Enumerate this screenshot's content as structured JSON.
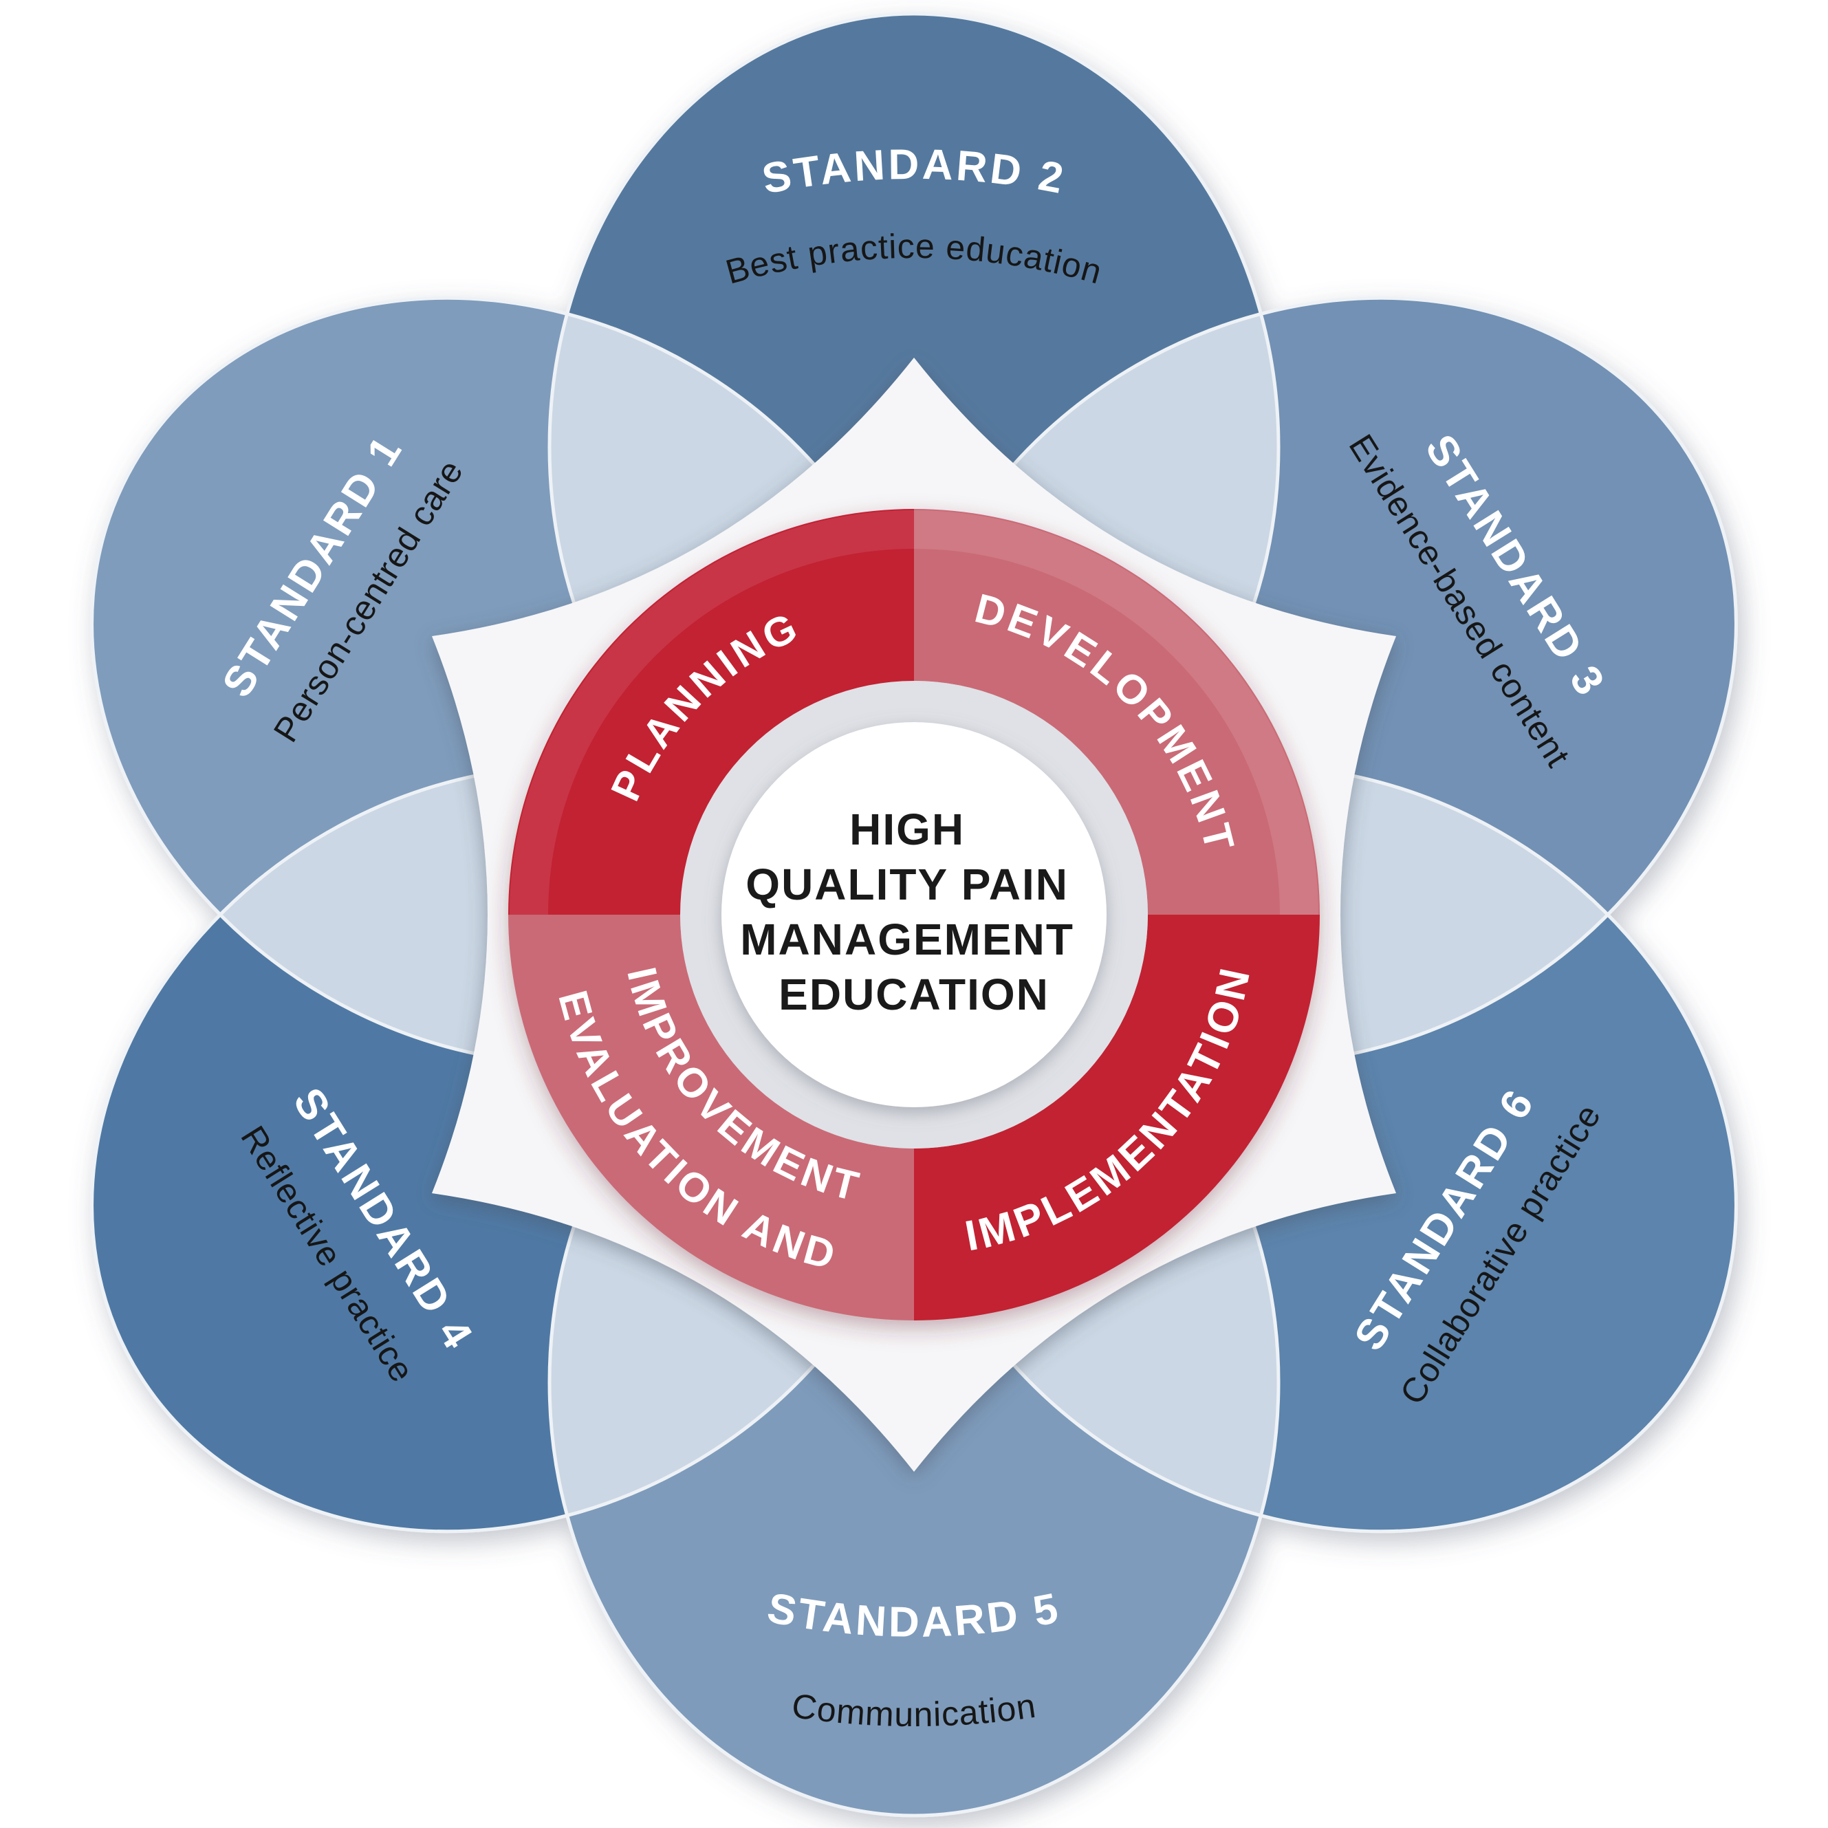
{
  "figure": {
    "name": "High quality pain management education standards flower diagram"
  },
  "center": {
    "line1": "HIGH",
    "line2": "QUALITY PAIN",
    "line3": "MANAGEMENT",
    "line4": "EDUCATION"
  },
  "ring": {
    "planning": "PLANNING",
    "development": "DEVELOPMENT",
    "evaluation_line1": "EVALUATION AND",
    "evaluation_line2": "IMPROVEMENT",
    "implementation": "IMPLEMENTATION"
  },
  "petals": {
    "s1": {
      "title": "STANDARD 1",
      "subtitle": "Person-centred care"
    },
    "s2": {
      "title": "STANDARD 2",
      "subtitle": "Best practice education"
    },
    "s3": {
      "title": "STANDARD 3",
      "subtitle": "Evidence-based content"
    },
    "s4": {
      "title": "STANDARD 4",
      "subtitle": "Reflective practice"
    },
    "s5": {
      "title": "STANDARD 5",
      "subtitle": "Communication"
    },
    "s6": {
      "title": "STANDARD 6",
      "subtitle": "Collaborative practice"
    }
  },
  "colors": {
    "petal_s1": "#7f9cbc",
    "petal_s2": "#54799e",
    "petal_s3": "#7291b4",
    "petal_s4": "#4f79a4",
    "petal_s5": "#7e9bbb",
    "petal_s6": "#5c84ac",
    "petal_overlap": "#cbd7e4",
    "ring_dark": "#c22033",
    "ring_light": "#ca6b76",
    "inner_ring_gray": "#dfe1e6",
    "star_white": "#f6f6f8",
    "center_bg": "#ffffff",
    "center_text": "#1a1a1a"
  }
}
